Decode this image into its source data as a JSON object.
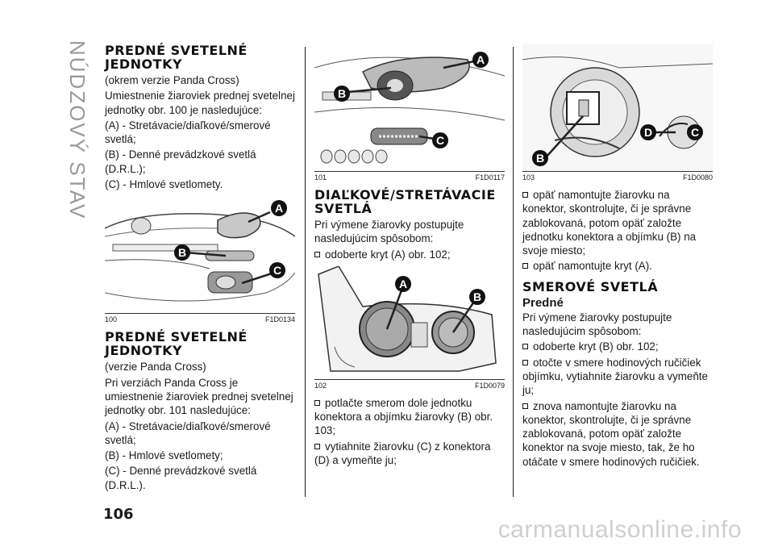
{
  "side_title": "NÚDZOVÝ STAV",
  "page_number": "106",
  "watermark": "carmanualsonline.info",
  "col1": {
    "h1": "PREDNÉ SVETELNÉ JEDNOTKY",
    "p1": "(okrem verzie Panda Cross)",
    "p2": "Umiestnenie žiaroviek prednej svetelnej jednotky obr. 100 je nasledujúce:",
    "p3": "(A) - Stretávacie/diaľkové/smerové svetlá;",
    "p4": "(B) - Denné prevádzkové svetlá (D.R.L.);",
    "p5": "(C) - Hmlové svetlomety.",
    "fig1": {
      "num": "100",
      "code": "F1D0134",
      "labels": [
        "A",
        "B",
        "C"
      ]
    },
    "h2": "PREDNÉ SVETELNÉ JEDNOTKY",
    "p6": "(verzie Panda Cross)",
    "p7": "Pri verziách Panda Cross je umiestnenie žiaroviek prednej svetelnej jednotky obr. 101 nasledujúce:",
    "p8": "(A) - Stretávacie/diaľkové/smerové svetlá;",
    "p9": "(B) - Hmlové svetlomety;",
    "p10": "(C) - Denné prevádzkové svetlá (D.R.L.)."
  },
  "col2": {
    "fig2": {
      "num": "101",
      "code": "F1D0117",
      "labels": [
        "A",
        "B",
        "C"
      ]
    },
    "h1": "DIAĽKOVÉ/STRETÁVACIE SVETLÁ",
    "p1": "Pri výmene žiarovky postupujte nasledujúcim spôsobom:",
    "b1": "odoberte kryt (A) obr. 102;",
    "fig3": {
      "num": "102",
      "code": "F1D0079",
      "labels": [
        "A",
        "B"
      ]
    },
    "b2": "potlačte smerom dole jednotku konektora a objímku žiarovky (B) obr. 103;",
    "b3": "vytiahnite žiarovku (C) z konektora (D) a vymeňte ju;"
  },
  "col3": {
    "fig4": {
      "num": "103",
      "code": "F1D0080",
      "labels": [
        "B",
        "D",
        "C"
      ]
    },
    "b1": "opäť namontujte žiarovku na konektor, skontrolujte, či je správne zablokovaná, potom opäť založte jednotku konektora a objímku (B) na svoje miesto;",
    "b2": "opäť namontujte kryt (A).",
    "h1": "SMEROVÉ SVETLÁ",
    "subh": "Predné",
    "p1": "Pri výmene žiarovky postupujte nasledujúcim spôsobom:",
    "b3": "odoberte kryt (B) obr. 102;",
    "b4": "otočte v smere hodinových ručičiek objímku, vytiahnite žiarovku a vymeňte ju;",
    "b5": "znova namontujte žiarovku na konektor, skontrolujte, či je správne zablokovaná, potom opäť založte konektor na svoje miesto, tak, že ho otáčate v smere hodinových ručičiek."
  },
  "colors": {
    "label_circle": "#111111",
    "line": "#222222",
    "side_title": "#9a9a9a"
  }
}
